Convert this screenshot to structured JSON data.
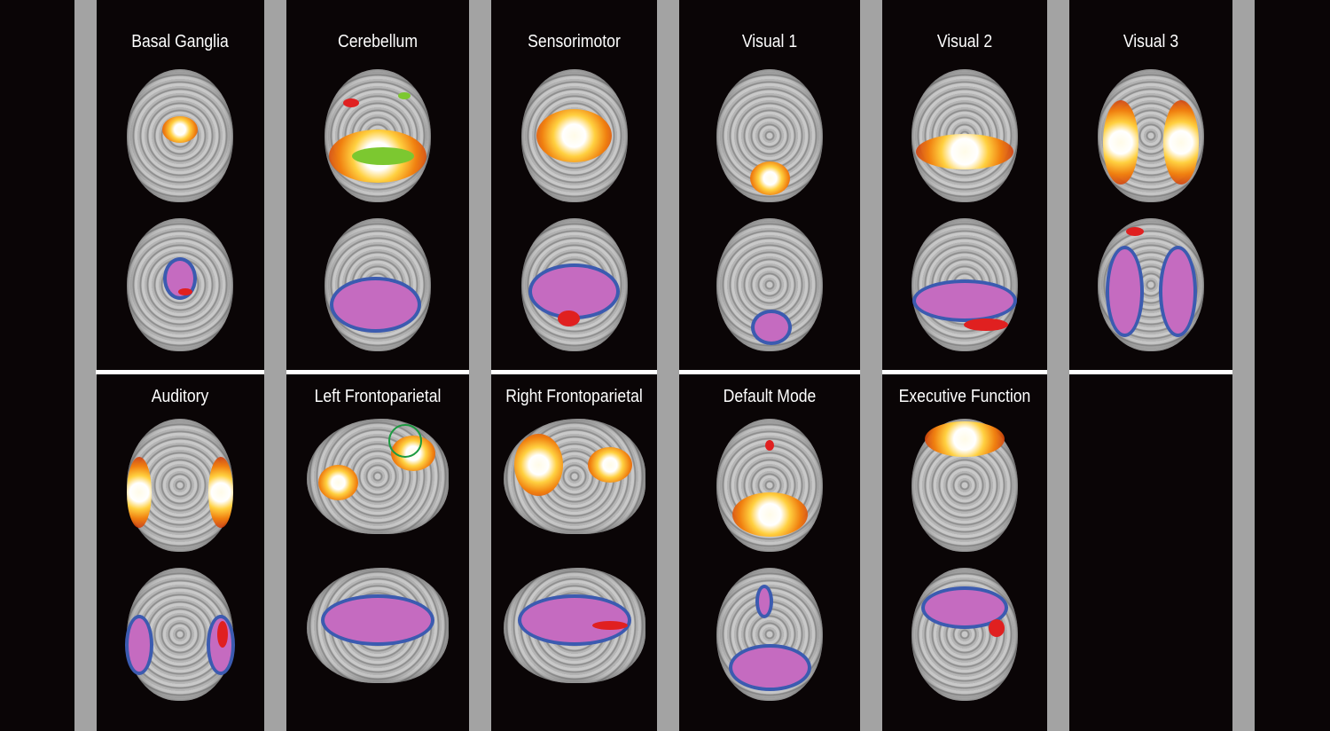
{
  "figure": {
    "panels": [
      {
        "title": "Basal Ganglia"
      },
      {
        "title": "Cerebellum"
      },
      {
        "title": "Sensorimotor"
      },
      {
        "title": "Visual 1"
      },
      {
        "title": "Visual 2"
      },
      {
        "title": "Visual 3"
      },
      {
        "title": "Auditory"
      },
      {
        "title": "Left Frontoparietal"
      },
      {
        "title": "Right Frontoparietal"
      },
      {
        "title": "Default Mode"
      },
      {
        "title": "Executive Function"
      }
    ],
    "colors": {
      "background": "#0a0506",
      "divider": "#a3a3a3",
      "separator": "#ffffff",
      "overlap": "#c56bc0",
      "group_a": "#3b5bb0",
      "group_b": "#e02020"
    }
  }
}
